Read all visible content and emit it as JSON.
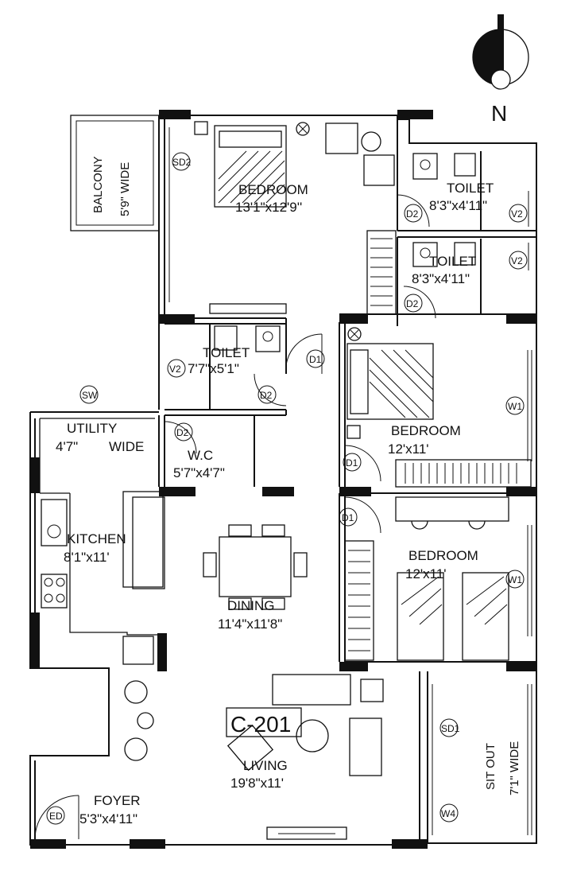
{
  "plan_code": "C-201",
  "north_label": "N",
  "rooms": {
    "balcony": {
      "name": "BALCONY",
      "size": "5'9\" WIDE"
    },
    "bedroom1": {
      "name": "BEDROOM",
      "size": "13'1\"x12'9''"
    },
    "toilet1": {
      "name": "TOILET",
      "size": "8'3\"x4'11\""
    },
    "toilet2": {
      "name": "TOILET",
      "size": "8'3\"x4'11\""
    },
    "toilet3": {
      "name": "TOILET",
      "size": "7'7\"x5'1\""
    },
    "bedroom2": {
      "name": "BEDROOM",
      "size": "12'x11'"
    },
    "utility": {
      "name": "UTILITY",
      "size": "4'7\"",
      "extra": "WIDE"
    },
    "wc": {
      "name": "W.C",
      "size": "5'7\"x4'7\""
    },
    "kitchen": {
      "name": "KITCHEN",
      "size": "8'1\"x11'"
    },
    "dining": {
      "name": "DINING",
      "size": "11'4\"x11'8\""
    },
    "bedroom3": {
      "name": "BEDROOM",
      "size": "12'x11'"
    },
    "living": {
      "name": "LIVING",
      "size": "19'8\"x11'"
    },
    "sitout": {
      "name": "SIT OUT",
      "size": "7'1\" WIDE"
    },
    "foyer": {
      "name": "FOYER",
      "size": "5'3\"x4'11\""
    }
  },
  "tags": {
    "sd2": "SD2",
    "sd1": "SD1",
    "d1": "D1",
    "d2": "D2",
    "v2": "V2",
    "w1": "W1",
    "w4": "W4",
    "sw": "SW",
    "ed": "ED"
  }
}
